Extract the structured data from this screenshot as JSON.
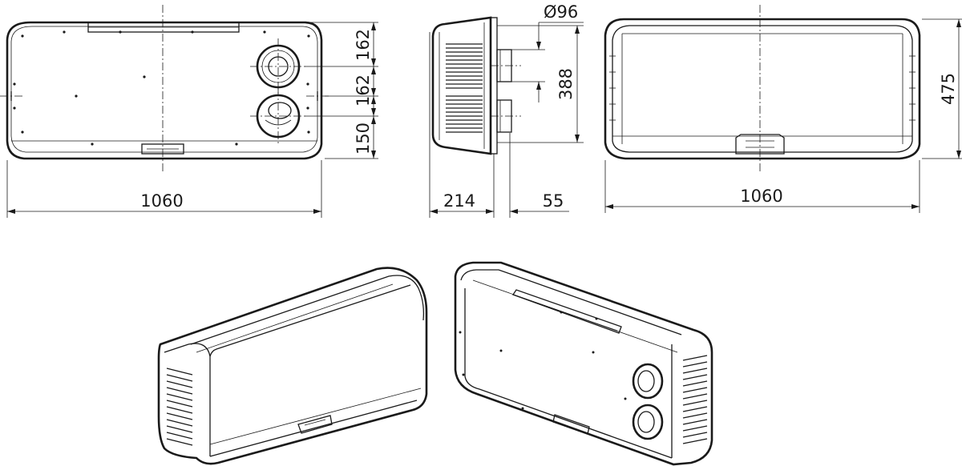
{
  "dimensions": {
    "front_width": "1060",
    "side_depth": "214",
    "side_pipe_length": "55",
    "back_width": "1060",
    "upper_pipe_offset": "162",
    "lower_pipe_offset": "162",
    "bottom_offset": "150",
    "pipe_diameter": "Ø96",
    "pipe_spacing": "388",
    "overall_height": "475"
  }
}
